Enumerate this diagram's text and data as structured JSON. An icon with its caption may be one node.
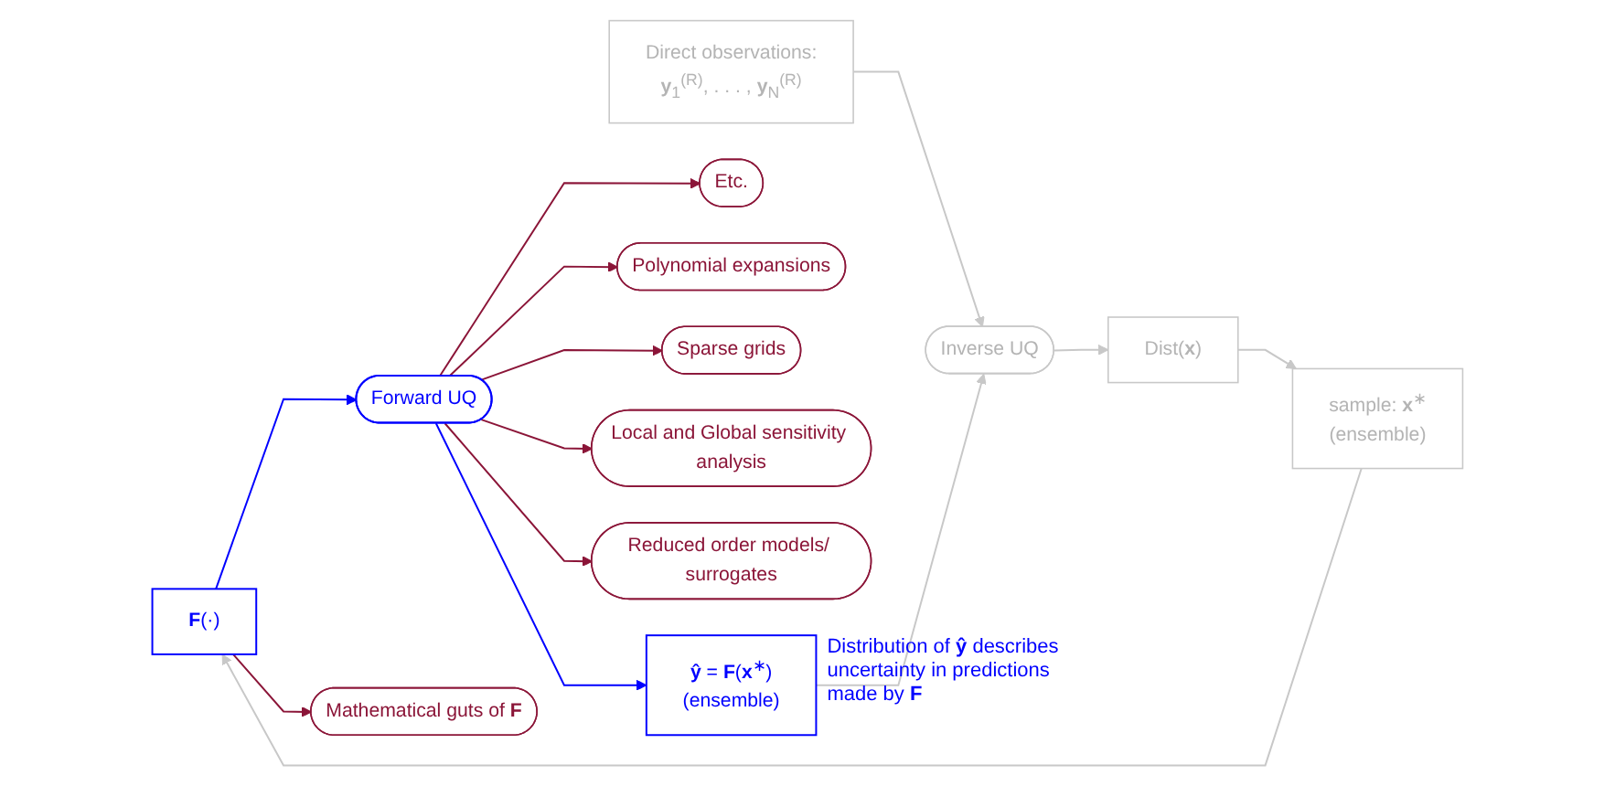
{
  "diagram": {
    "nodes": [
      {
        "text": [
          "**F**(·)"
        ]
      },
      {
        "text": [
          "Forward UQ"
        ]
      },
      {
        "text": [
          "**ŷ** = **F**(**x**$^{∗}$)",
          "(ensemble)"
        ],
        "beside": [
          "Distribution of **ŷ** describes uncertainty in predictions made by **F**"
        ]
      },
      {
        "text": [
          "Mathematical guts of **F**"
        ]
      },
      {
        "text": [
          "Etc."
        ]
      },
      {
        "text": [
          "Polynomial expansions"
        ]
      },
      {
        "text": [
          "Sparse grids"
        ]
      },
      {
        "text": [
          "Local and Global sensitivity analysis"
        ]
      },
      {
        "text": [
          "Reduced order models/ surrogates"
        ]
      },
      {
        "text": [
          "sample: **x**$^{∗}$",
          "(ensemble)"
        ]
      },
      {
        "text": [
          "Dist(**x**)"
        ]
      },
      {
        "text": [
          "Inverse UQ"
        ]
      },
      {
        "text": [
          "Direct observations:",
          "**y**$_{1}$$^{(R)}$, . . . , **y**$_{N}$$^{(R)}$"
        ]
      }
    ],
    "edges": [
      {
        "from": 0,
        "to": 1,
        "arrow": "to",
        "color": "#0000ff"
      },
      {
        "from": 1,
        "to": 2,
        "arrow": "to",
        "color": "#0000ff"
      },
      {
        "from": 0,
        "to": 3,
        "arrow": "to"
      },
      {
        "from": 1,
        "to": 4,
        "arrow": "to"
      },
      {
        "from": 1,
        "to": 5,
        "arrow": "to"
      },
      {
        "from": 1,
        "to": 6,
        "arrow": "to"
      },
      {
        "from": 1,
        "to": 7,
        "arrow": "to"
      },
      {
        "from": 1,
        "to": 8,
        "arrow": "to"
      },
      {
        "from": 9,
        "to": 0,
        "arrow": "to",
        "color": "#c8c8c8"
      },
      {
        "from": 10,
        "to": 9,
        "arrow": "to",
        "color": "#c8c8c8"
      },
      {
        "from": 11,
        "to": 10,
        "arrow": "to",
        "color": "#c8c8c8"
      },
      {
        "from": 12,
        "to": 11,
        "arrow": "to",
        "color": "#c8c8c8"
      },
      {
        "from": 2,
        "to": 11,
        "arrow": "to",
        "color": "#c8c8c8"
      }
    ]
  }
}
